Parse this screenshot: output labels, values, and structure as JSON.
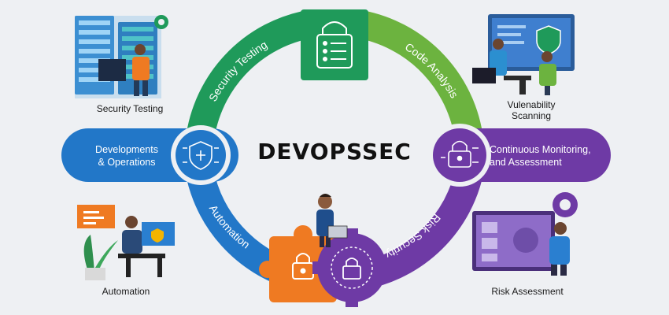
{
  "title": "DEVOPSSEC",
  "ring": {
    "security_testing": "Security Testing",
    "code_analysis": "Code Analysis",
    "risk_security": "Risk Security",
    "automation": "Automation"
  },
  "pills": {
    "left_line1": "Developments",
    "left_line2": "& Operations",
    "right_line1": "Continuous Monitoring,",
    "right_line2": "and Assessment"
  },
  "captions": {
    "top_left": "Security Testing",
    "top_right_line1": "Vulenability",
    "top_right_line2": "Scanning",
    "bottom_left": "Automation",
    "bottom_right": "Risk Assessment"
  },
  "colors": {
    "green": "#1f9a5a",
    "lime": "#6cb33f",
    "blue": "#2277c8",
    "purple": "#6e3aa5",
    "orange": "#ef7a22",
    "background": "#eef0f3"
  },
  "icons": {
    "top_tile": "padlock-checklist-icon",
    "left_pill": "shield-circuit-icon",
    "right_pill": "padlock-circuit-icon",
    "orange_puzzle": "padlock-puzzle-icon",
    "purple_gear": "padlock-gear-icon"
  }
}
